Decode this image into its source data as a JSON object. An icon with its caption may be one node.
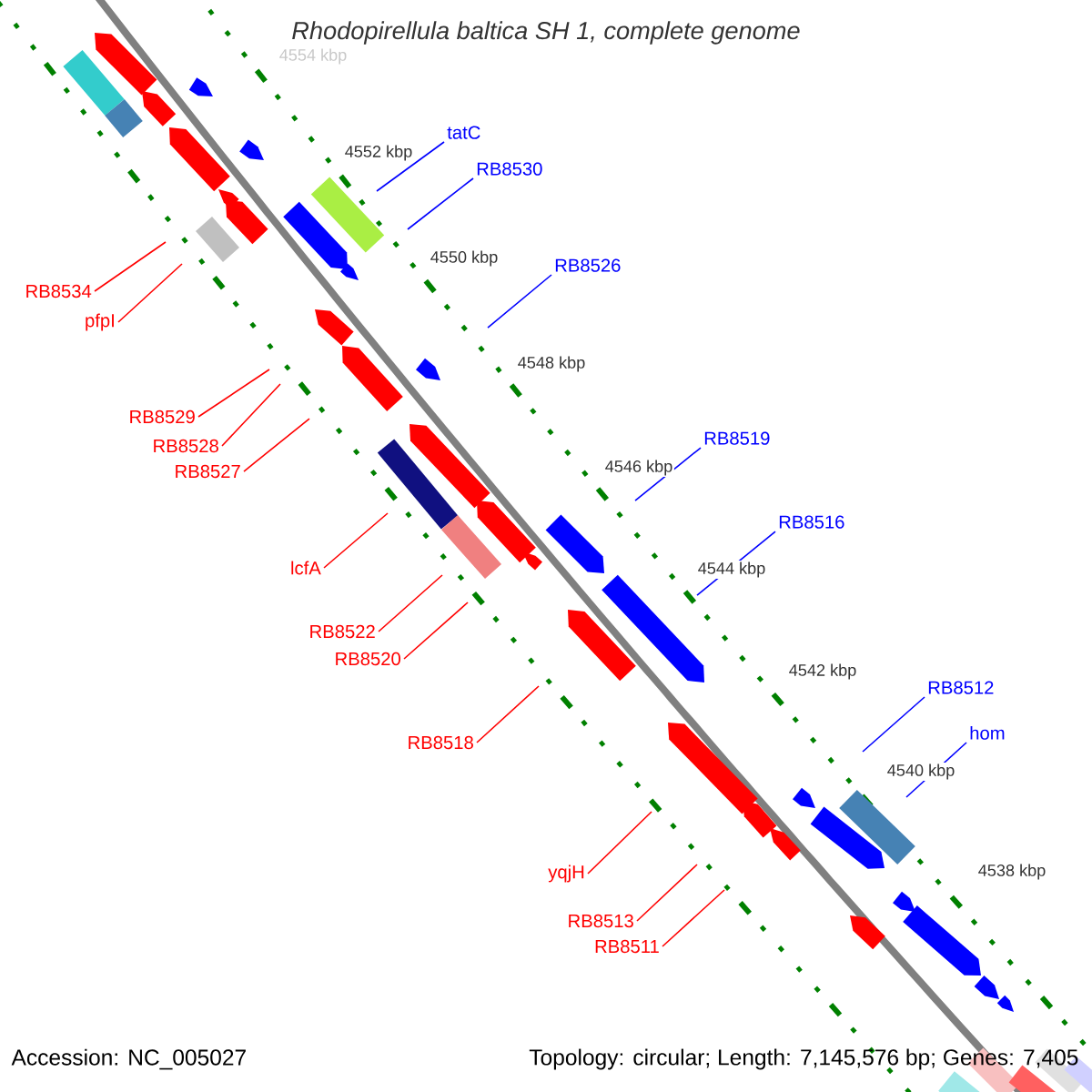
{
  "diagram": {
    "title": "Rhodopirellula baltica SH 1, complete genome",
    "nodes": [
      {
        "text": [
          "tatC"
        ]
      },
      {
        "text": [
          "RB8530"
        ]
      },
      {
        "text": [
          "RB8526"
        ]
      },
      {
        "text": [
          "RB8534"
        ]
      },
      {
        "text": [
          "pfpI"
        ]
      },
      {
        "text": [
          "RB8529"
        ]
      },
      {
        "text": [
          "RB8519"
        ]
      },
      {
        "text": [
          "RB8528"
        ]
      },
      {
        "text": [
          "RB8527"
        ]
      },
      {
        "text": [
          "RB8516"
        ]
      },
      {
        "text": [
          "lcfA"
        ]
      },
      {
        "text": [
          "RB8522"
        ]
      },
      {
        "text": [
          "RB8520"
        ]
      },
      {
        "text": [
          "RB8512"
        ]
      },
      {
        "text": [
          "hom"
        ]
      },
      {
        "text": [
          "RB8518"
        ]
      },
      {
        "text": [
          "yqjH"
        ]
      },
      {
        "text": [
          "RB8513"
        ]
      },
      {
        "text": [
          "RB8511"
        ]
      }
    ],
    "edges": [
      {
        "from": 0,
        "to": null,
        "arrow": "none",
        "color": "#0000ff"
      },
      {
        "from": 1,
        "to": null,
        "arrow": "none",
        "color": "#0000ff"
      },
      {
        "from": 2,
        "to": null,
        "arrow": "none",
        "color": "#0000ff"
      },
      {
        "from": 3,
        "to": null,
        "arrow": "none"
      },
      {
        "from": 4,
        "to": null,
        "arrow": "none"
      },
      {
        "from": 5,
        "to": null,
        "arrow": "none"
      },
      {
        "from": 6,
        "to": null,
        "arrow": "none",
        "color": "#0000ff"
      },
      {
        "from": 7,
        "to": null,
        "arrow": "none"
      },
      {
        "from": 8,
        "to": null,
        "arrow": "none"
      },
      {
        "from": 9,
        "to": null,
        "arrow": "none",
        "color": "#0000ff"
      },
      {
        "from": 10,
        "to": null,
        "arrow": "none"
      },
      {
        "from": 11,
        "to": null,
        "arrow": "none"
      },
      {
        "from": 12,
        "to": null,
        "arrow": "none"
      },
      {
        "from": 13,
        "to": null,
        "arrow": "none",
        "color": "#0000ff"
      },
      {
        "from": 14,
        "to": null,
        "arrow": "none",
        "color": "#0000ff"
      },
      {
        "from": 15,
        "to": null,
        "arrow": "none"
      },
      {
        "from": 16,
        "to": null,
        "arrow": "none"
      },
      {
        "from": 17,
        "to": null,
        "arrow": "none"
      },
      {
        "from": 18,
        "to": null,
        "arrow": "none"
      }
    ],
    "labels": [
      "4554 kbp",
      "4552 kbp",
      "4550 kbp",
      "4548 kbp",
      "4546 kbp",
      "4544 kbp",
      "4542 kbp",
      "4540 kbp",
      "4538 kbp",
      "Accession: NC_005027",
      "Topology: circular; Length: 7,145,576 bp; Genes: 7,405"
    ]
  }
}
